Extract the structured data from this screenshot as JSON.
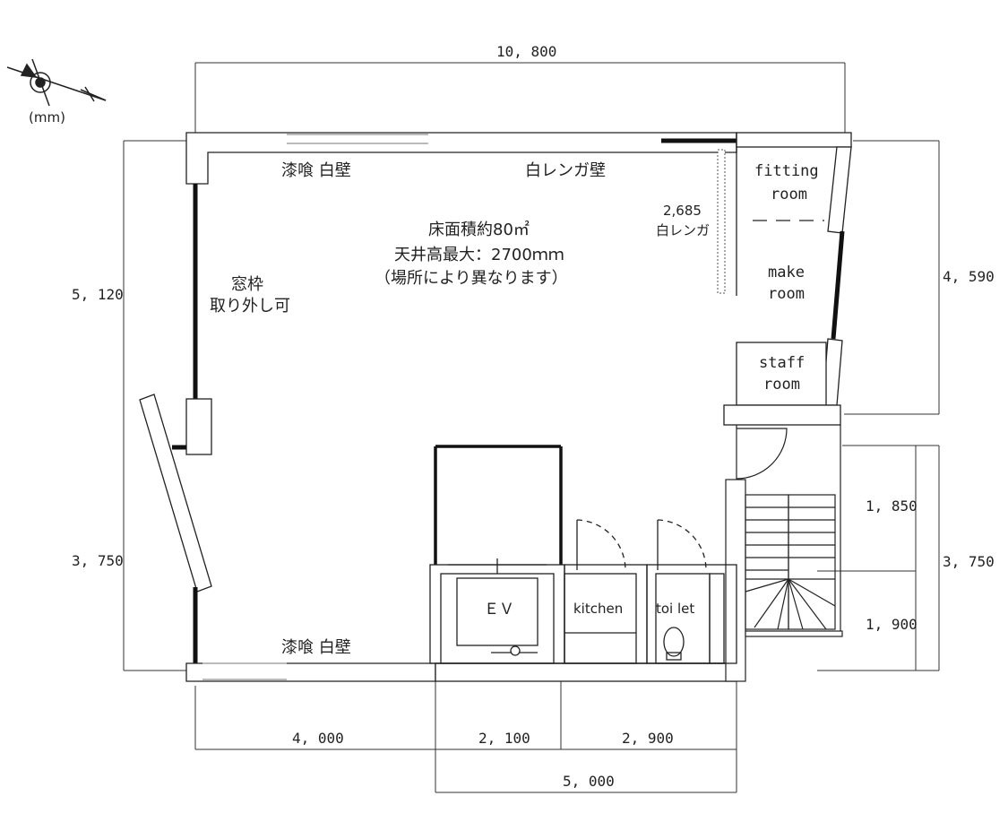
{
  "compass": {
    "icon": "compass-north-icon",
    "unit": "(mm)"
  },
  "dimensions": {
    "top_width": "10, 800",
    "left_upper": "5, 120",
    "left_lower": "3, 750",
    "right_upper": "4, 590",
    "right_lower": "3, 750",
    "stair_upper": "1, 850",
    "stair_lower": "1, 900",
    "bottom_1": "4, 000",
    "bottom_2": "2, 100",
    "bottom_3": "2, 900",
    "bottom_total": "5, 000",
    "partition_height": "2,685"
  },
  "labels": {
    "wall_top_left": "漆喰 白壁",
    "wall_top_right": "白レンガ壁",
    "wall_bottom": "漆喰 白壁",
    "partition": "白レンガ",
    "window_line1": "窓枠",
    "window_line2": "取り外し可",
    "info_line1": "床面積約80㎡",
    "info_line2": "天井高最大：2700ｍｍ",
    "info_line3": "（場所により異なります）"
  },
  "rooms": {
    "fitting_1": "fitting",
    "fitting_2": "room",
    "make_1": "make",
    "make_2": "room",
    "staff_1": "staff",
    "staff_2": "room",
    "ev": "ＥＶ",
    "kitchen": "kitchen",
    "toilet": "toi let"
  }
}
